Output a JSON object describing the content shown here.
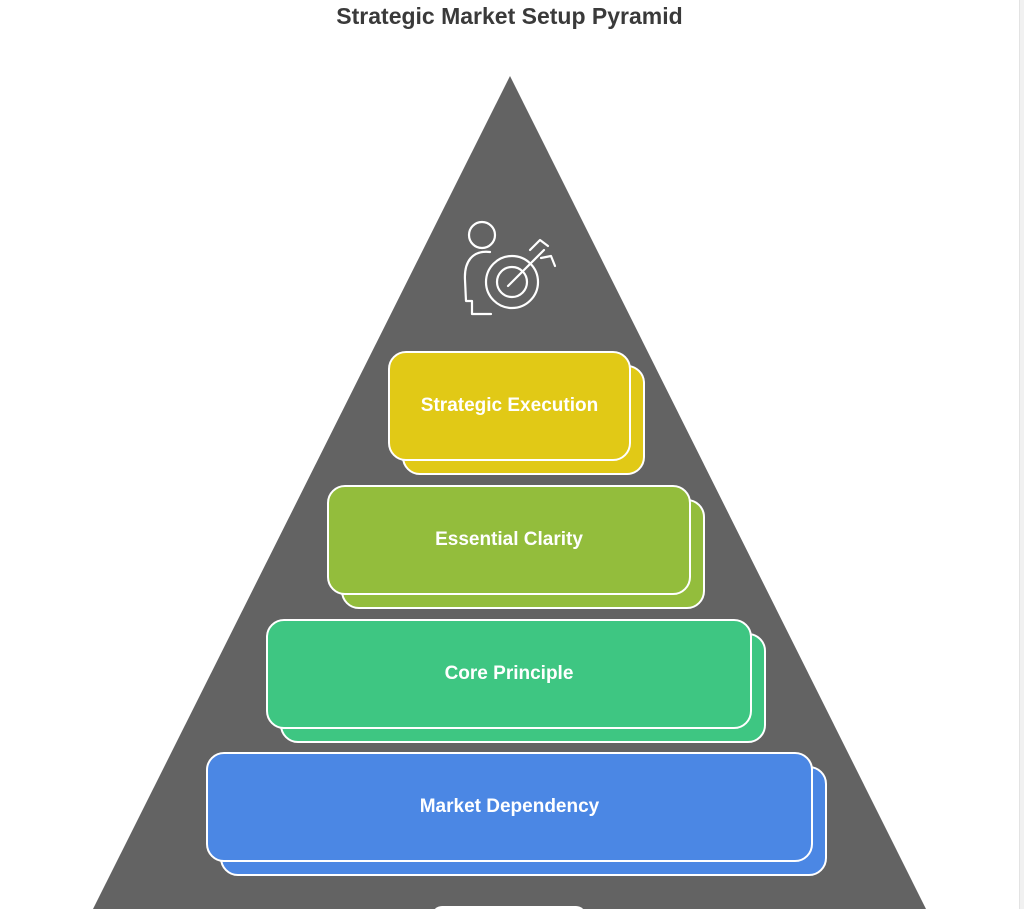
{
  "title": "Strategic Market Setup Pyramid",
  "icon": "person-target-icon",
  "colors": {
    "pyramid": "#636363",
    "strategic_execution": "#e1c916",
    "essential_clarity": "#93bd3c",
    "core_principle": "#3ec682",
    "market_dependency": "#4b87e4"
  },
  "tiers": [
    {
      "label": "Strategic Execution"
    },
    {
      "label": "Essential Clarity"
    },
    {
      "label": "Core Principle"
    },
    {
      "label": "Market Dependency"
    }
  ]
}
